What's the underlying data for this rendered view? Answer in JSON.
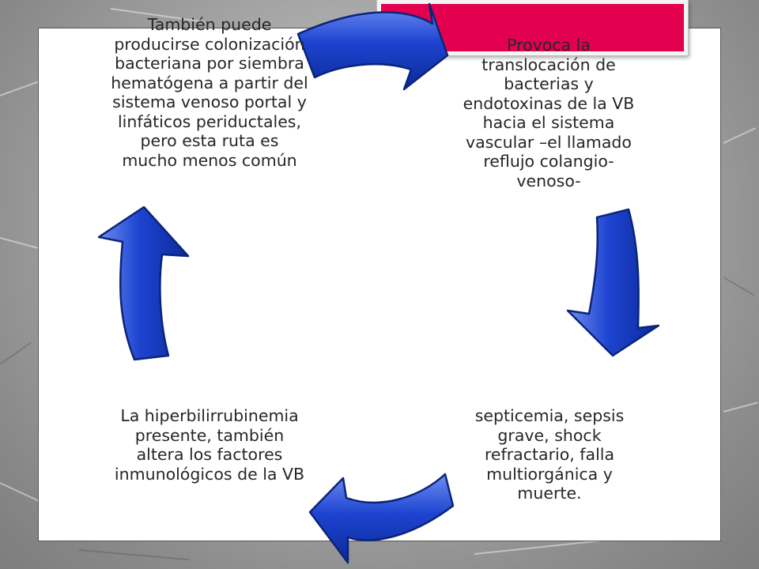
{
  "diagram": {
    "nodes": [
      {
        "id": "top-left",
        "text": "También puede producirse colonización bacteriana por siembra hematógena a partir del sistema venoso portal y linfáticos periductales, pero esta ruta es mucho menos común"
      },
      {
        "id": "top-right",
        "text": "Provoca la translocación de bacterias y endotoxinas de la VB hacia el sistema vascular –el llamado reflujo colangio-venoso-"
      },
      {
        "id": "bottom-right",
        "text": "septicemia, sepsis grave, shock refractario, falla multiorgánica y muerte."
      },
      {
        "id": "bottom-left",
        "text": "La hiperbilirrubinemia presente, también altera los factores inmunológicos de la VB"
      }
    ],
    "cycle_order": [
      "top-right",
      "bottom-right",
      "bottom-left",
      "top-left"
    ],
    "arrow_color": "#1a3fc4",
    "title_box_color": "#e2004f"
  }
}
